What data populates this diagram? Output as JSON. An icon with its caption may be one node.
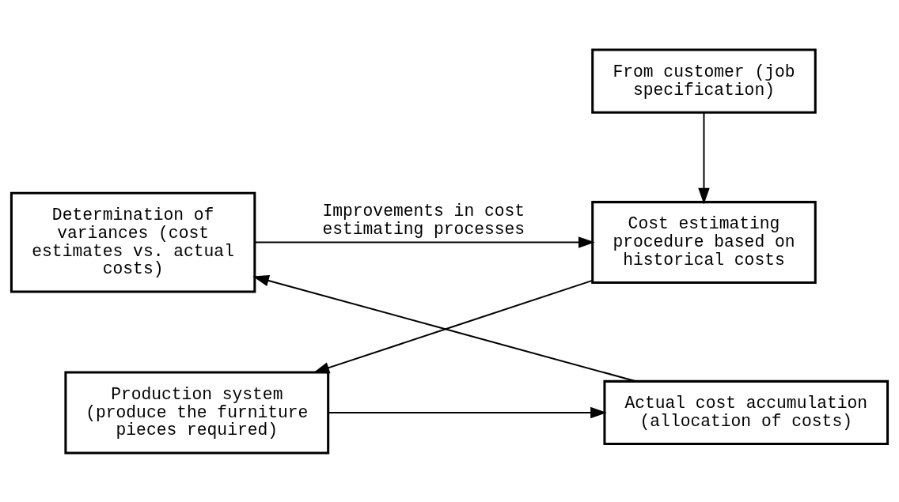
{
  "diagram": {
    "nodes": [
      {
        "text": [
          "From customer (job specification)"
        ]
      },
      {
        "text": [
          "Cost estimating procedure based on historical costs"
        ]
      },
      {
        "text": [
          "Determination of variances (cost estimates vs. actual costs)"
        ]
      },
      {
        "text": [
          "Production system (produce the furniture pieces required)"
        ]
      },
      {
        "text": [
          "Actual cost accumulation (allocation of costs)"
        ]
      }
    ],
    "edges": [
      {
        "from": 0,
        "to": 1,
        "arrow": "to"
      },
      {
        "from": 2,
        "to": 1,
        "arrow": "to",
        "label": "Improvements in cost estimating processes"
      },
      {
        "from": 1,
        "to": 3,
        "arrow": "to"
      },
      {
        "from": 3,
        "to": 4,
        "arrow": "to"
      },
      {
        "from": 4,
        "to": 2,
        "arrow": "to"
      }
    ]
  }
}
